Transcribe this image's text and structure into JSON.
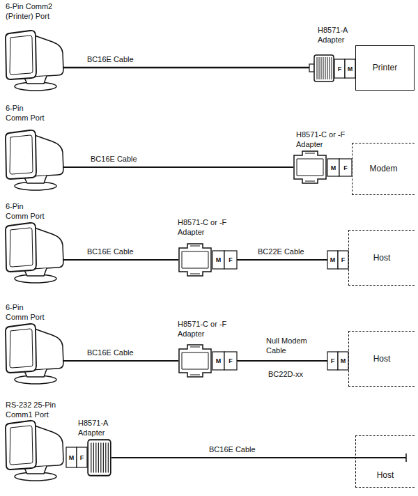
{
  "diagram": {
    "nodes": [
      {
        "text": [
          "Printer"
        ]
      },
      {
        "text": [
          "Modem"
        ]
      },
      {
        "text": [
          "Host"
        ]
      },
      {
        "text": [
          "Host"
        ]
      },
      {
        "text": [
          "Host"
        ]
      }
    ],
    "labels": [
      "6-Pin Comm2 (Printer) Port",
      "BC16E Cable",
      "H8571-A Adapter",
      "F",
      "M",
      "6-Pin Comm Port",
      "BC16E Cable",
      "H8571-C or -F Adapter",
      "M",
      "F",
      "6-Pin Comm Port",
      "H8571-C or -F Adapter",
      "BC16E Cable",
      "M",
      "F",
      "BC22E Cable",
      "M",
      "F",
      "6-Pin Comm Port",
      "H8571-C or -F Adapter",
      "BC16E Cable",
      "M",
      "F",
      "Null Modem Cable",
      "F",
      "M",
      "BC22D-xx",
      "RS-232 25-Pin Comm1 Port",
      "H8571-A Adapter",
      "M",
      "F",
      "BC16E Cable"
    ]
  }
}
